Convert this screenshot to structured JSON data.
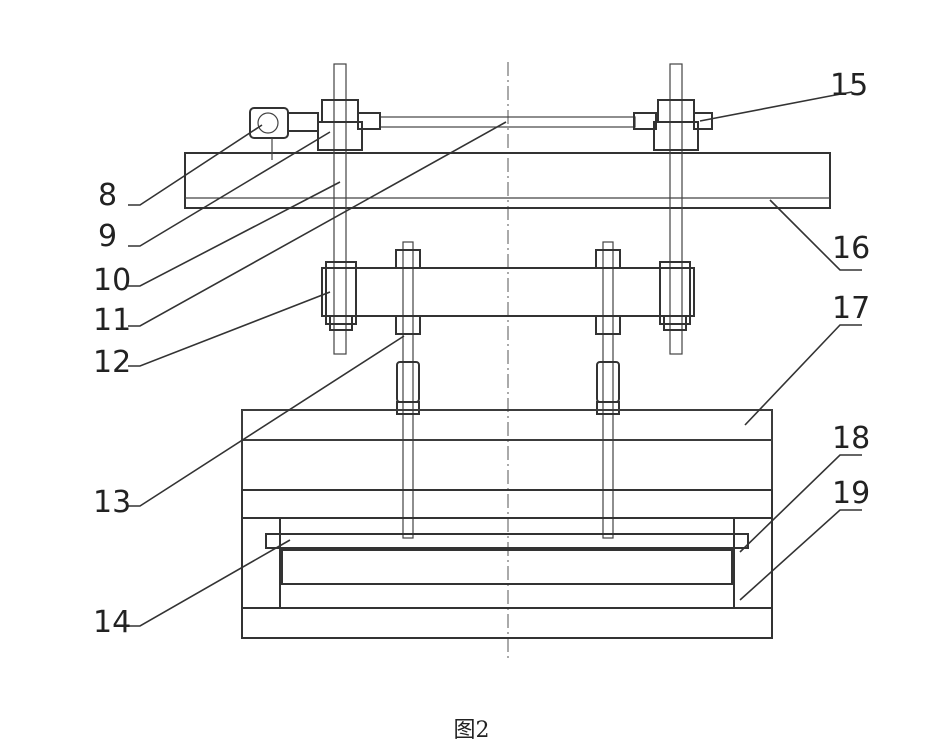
{
  "labels": {
    "p8": "8",
    "p9": "9",
    "p10": "10",
    "p11": "11",
    "p12": "12",
    "p13": "13",
    "p14": "14",
    "p15": "15",
    "p16": "16",
    "p17": "17",
    "p18": "18",
    "p19": "19"
  },
  "caption": "图2"
}
